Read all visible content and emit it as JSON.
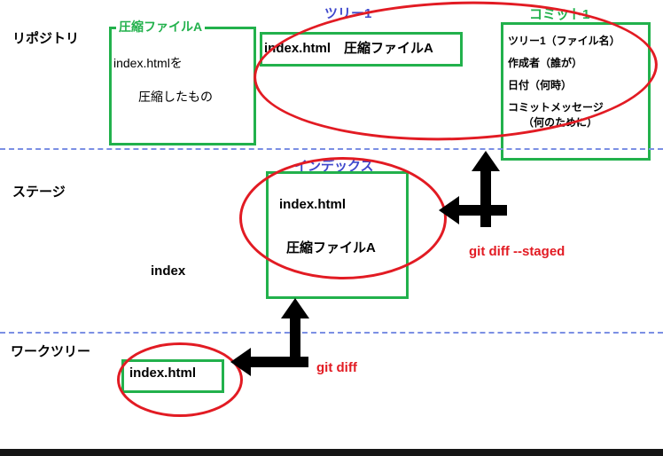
{
  "sections": {
    "repository": "リポジトリ",
    "stage": "ステージ",
    "worktree": "ワークツリー"
  },
  "compressed_file_box": {
    "title": "圧縮ファイルA",
    "line1": "index.htmlを",
    "line2": "圧縮したもの"
  },
  "tree_box": {
    "title": "ツリー1",
    "content": "index.html　圧縮ファイルA"
  },
  "commit_box": {
    "title": "コミット1",
    "lines": [
      "ツリー1（ファイル名）",
      "作成者（誰が）",
      "日付（何時）",
      "コミットメッセージ",
      "（何のために）"
    ]
  },
  "index_box": {
    "title": "インデックス",
    "line1": "index.html",
    "line2": "圧縮ファイルA"
  },
  "worktree_box": {
    "content": "index.html"
  },
  "labels": {
    "index_caption": "index",
    "git_diff_staged": "git diff --staged",
    "git_diff": "git diff"
  },
  "colors": {
    "box_green": "#22b14c",
    "title_blue": "#3f48cc",
    "highlight_red": "#e21b23",
    "separator_blue": "#7b8fe4"
  }
}
